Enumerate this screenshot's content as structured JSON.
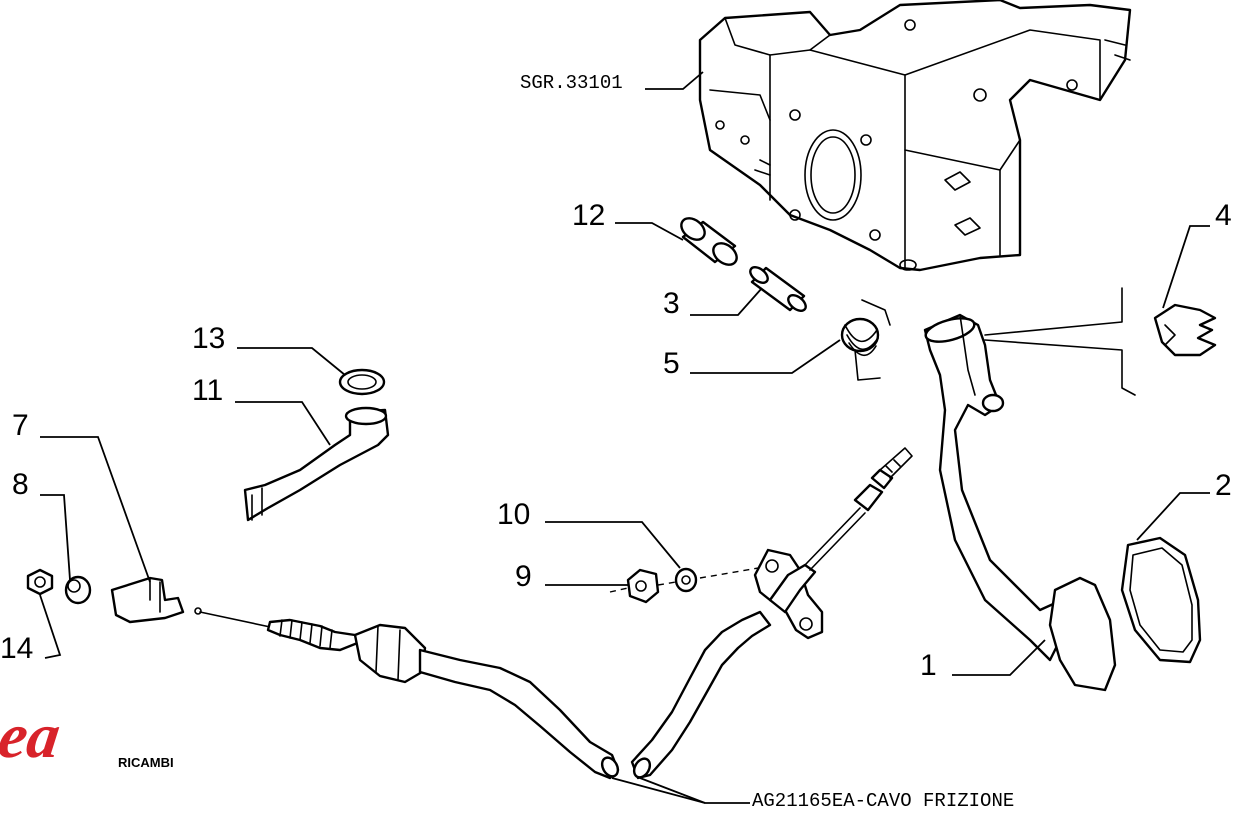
{
  "diagram": {
    "reference_label": "SGR.33101",
    "caption": "AG21165EA-CAVO FRIZIONE",
    "callouts": [
      {
        "id": "1",
        "part": "clutch-pedal"
      },
      {
        "id": "2",
        "part": "pedal-pad"
      },
      {
        "id": "3",
        "part": "pin"
      },
      {
        "id": "4",
        "part": "clip"
      },
      {
        "id": "5",
        "part": "return-spring"
      },
      {
        "id": "7",
        "part": "cable-end-fork"
      },
      {
        "id": "8",
        "part": "bushing"
      },
      {
        "id": "9",
        "part": "nut"
      },
      {
        "id": "10",
        "part": "washer"
      },
      {
        "id": "11",
        "part": "release-lever"
      },
      {
        "id": "12",
        "part": "bushing-sleeve"
      },
      {
        "id": "13",
        "part": "circlip"
      },
      {
        "id": "14",
        "part": "lock-nut"
      }
    ]
  },
  "logo": {
    "brand": "Agea",
    "tagline": "RICAMBI",
    "color": "#d8232a"
  }
}
